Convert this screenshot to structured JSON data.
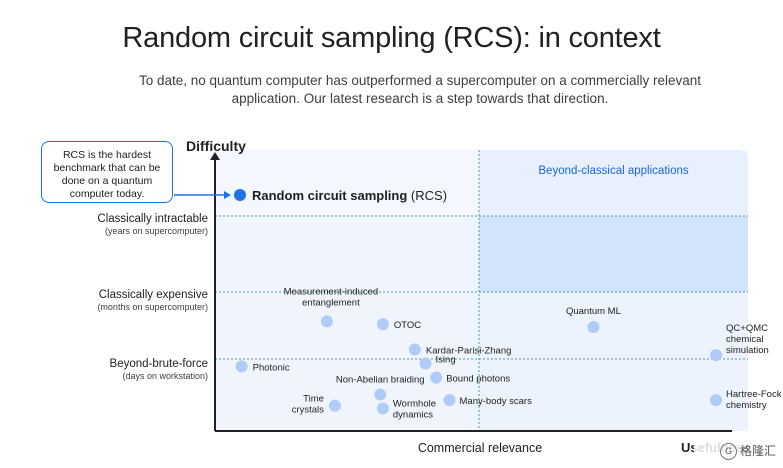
{
  "header": {
    "title": "Random circuit sampling (RCS): in context",
    "subtitle": "To date, no quantum computer has outperformed a supercomputer on a commercially relevant application. Our latest research is a step towards that direction."
  },
  "callout": {
    "text": "RCS is the hardest benchmark that can be done on a quantum computer today."
  },
  "chart_data": {
    "type": "scatter",
    "ylabel": "Difficulty",
    "xlabel": "Commercial relevance",
    "x_end_label": "Usefulness",
    "region_label": "Beyond-classical applications",
    "levels": [
      {
        "name": "Classically intractable",
        "note": "(years on supercomputer)"
      },
      {
        "name": "Classically expensive",
        "note": "(months on supercomputer)"
      },
      {
        "name": "Beyond-brute-force",
        "note": "(days on workstation)"
      }
    ],
    "highlight": {
      "label": "Random circuit sampling",
      "label_suffix": " (RCS)",
      "x": 0.1,
      "y": 9.6
    },
    "points": [
      {
        "label": "Photonic",
        "x": 0.1,
        "y": 2.3
      },
      {
        "label": "Measurement-induced entanglement",
        "x": 0.42,
        "y": 3.9
      },
      {
        "label": "OTOC",
        "x": 0.63,
        "y": 3.8
      },
      {
        "label": "Kardar-Parisi-Zhang",
        "x": 0.75,
        "y": 2.9
      },
      {
        "label": "Ising",
        "x": 0.79,
        "y": 2.4
      },
      {
        "label": "Bound photons",
        "x": 0.83,
        "y": 1.9
      },
      {
        "label": "Non-Abelian braiding",
        "x": 0.62,
        "y": 1.3
      },
      {
        "label": "Time crystals",
        "x": 0.45,
        "y": 0.9
      },
      {
        "label": "Wormhole dynamics",
        "x": 0.63,
        "y": 0.8
      },
      {
        "label": "Many-body scars",
        "x": 0.88,
        "y": 1.1
      },
      {
        "label": "Quantum ML",
        "x": 1.42,
        "y": 3.7
      },
      {
        "label": "QC+QMC chemical simulation",
        "x": 1.88,
        "y": 2.7
      },
      {
        "label": "Hartree-Fock chemistry",
        "x": 1.88,
        "y": 1.1
      }
    ]
  },
  "colors": {
    "point": "#aecbfa",
    "highlight": "#1a73e8",
    "region": "#e8f0fe",
    "region_dark": "#d2e3fc",
    "region_text": "#1967d2",
    "divider": "#4a9aa8",
    "axis": "#202124"
  },
  "watermark": {
    "text": "格隆汇"
  }
}
